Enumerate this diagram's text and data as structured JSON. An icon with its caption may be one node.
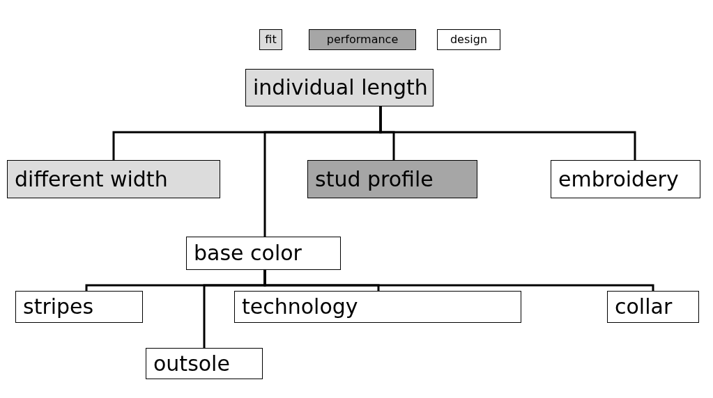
{
  "diagram": {
    "nodes": [
      {
        "text": [
          "individual length"
        ]
      },
      {
        "text": [
          "different width"
        ]
      },
      {
        "text": [
          "stud profile"
        ]
      },
      {
        "text": [
          "embroidery"
        ]
      },
      {
        "text": [
          "base color"
        ]
      },
      {
        "text": [
          "stripes"
        ]
      },
      {
        "text": [
          "technology"
        ]
      },
      {
        "text": [
          "collar"
        ]
      },
      {
        "text": [
          "outsole"
        ]
      }
    ],
    "edges": [
      {
        "from": 0,
        "to": 1,
        "arrow": "none"
      },
      {
        "from": 0,
        "to": 4,
        "arrow": "none"
      },
      {
        "from": 0,
        "to": 2,
        "arrow": "none"
      },
      {
        "from": 0,
        "to": 3,
        "arrow": "none"
      },
      {
        "from": 4,
        "to": 5,
        "arrow": "none"
      },
      {
        "from": 4,
        "to": 8,
        "arrow": "none"
      },
      {
        "from": 4,
        "to": 6,
        "arrow": "none"
      },
      {
        "from": 4,
        "to": 7,
        "arrow": "none"
      }
    ],
    "legend": [
      {
        "text": "fit",
        "color": "#dcdcdc"
      },
      {
        "text": "performance",
        "color": "#a6a6a6"
      },
      {
        "text": "design",
        "color": "#ffffff"
      }
    ]
  }
}
